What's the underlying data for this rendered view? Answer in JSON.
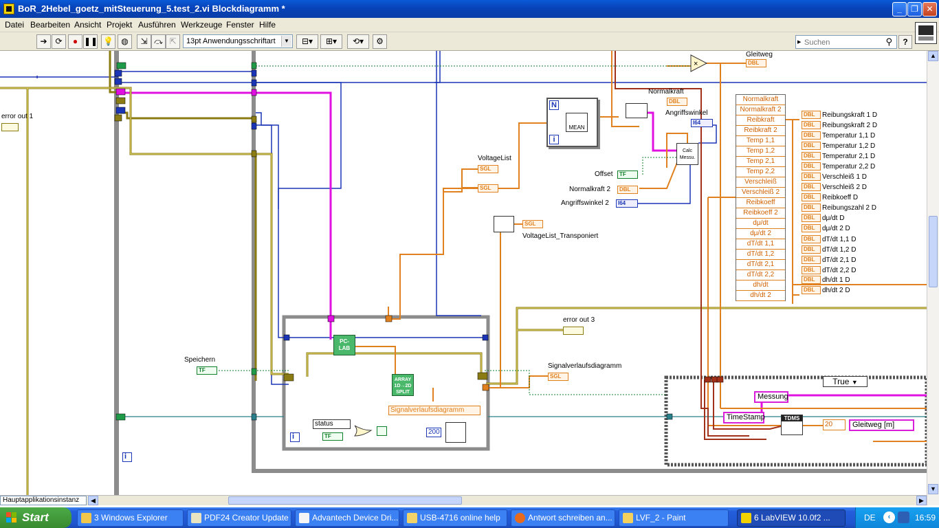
{
  "window": {
    "title": "BoR_2Hebel_goetz_mitSteuerung_5.test_2.vi Blockdiagramm *",
    "minimize": "_",
    "maximize": "❐",
    "close": "✕"
  },
  "menu": [
    "Datei",
    "Bearbeiten",
    "Ansicht",
    "Projekt",
    "Ausführen",
    "Werkzeuge",
    "Fenster",
    "Hilfe"
  ],
  "toolbar": {
    "font_select": "13pt Anwendungsschriftart",
    "search_placeholder": "Suchen",
    "help": "?"
  },
  "diagram": {
    "labels": {
      "gleitweg": "Gleitweg",
      "normalkraft": "Normalkraft",
      "angriffswinkel": "Angriffswinkel",
      "offset": "Offset",
      "normalkraft2": "Normalkraft 2",
      "angriffswinkel2": "Angriffswinkel 2",
      "voltagelist": "VoltageList",
      "voltagelist_t": "VoltageList_Transponiert",
      "error_out_1": "error out 1",
      "error_out_3": "error out 3",
      "speichern": "Speichern",
      "signalverlauf": "Signalverlaufsdiagramm",
      "signalverlauf_ref": "Signalverlaufsdiagramm",
      "status": "status",
      "mean": "MEAN",
      "calc": "Calc Messu.",
      "pc_lab": "PC-LAB",
      "array_split": "ARRAY 1D→2D SPLIT",
      "n_const": "N",
      "loop_i": "i",
      "wait_ms": "200",
      "case_value": "True",
      "messung": "Messung",
      "timestamp": "TimeStamp",
      "tdms": "TDMS",
      "num20": "20",
      "gleitweg_m": "Gleitweg [m]"
    },
    "types": {
      "dbl": "DBL",
      "sgl": "SGL",
      "i64": "I64",
      "tf": "TF"
    },
    "bundle_items": [
      "Normalkraft",
      "Normalkraft 2",
      "Reibkraft",
      "Reibkraft 2",
      "Temp 1,1",
      "Temp 1,2",
      "Temp 2,1",
      "Temp 2,2",
      "Verschleiß",
      "Verschleiß 2",
      "Reibkoeff",
      "Reibkoeff 2",
      "dμ/dt",
      "dμ/dt 2",
      "dT/dt 1,1",
      "dT/dt 1,2",
      "dT/dt 2,1",
      "dT/dt 2,2",
      "dh/dt",
      "dh/dt 2"
    ],
    "outputs": [
      "Reibungskraft 1 D",
      "Reibungskraft 2 D",
      "Temperatur 1,1 D",
      "Temperatur 1,2 D",
      "Temperatur 2,1 D",
      "Temperatur 2,2 D",
      "Verschleiß 1 D",
      "Verschleiß 2 D",
      "Reibkoeff D",
      "Reibungszahl 2 D",
      "dμ/dt D",
      "dμ/dt 2 D",
      "dT/dt 1,1 D",
      "dT/dt 1,2 D",
      "dT/dt 2,1 D",
      "dT/dt 2,2 D",
      "dh/dt 1 D",
      "dh/dt 2 D"
    ],
    "context": "Hauptapplikationsinstanz"
  },
  "taskbar": {
    "start": "Start",
    "tasks": [
      "3 Windows Explorer",
      "PDF24 Creator Update",
      "Advantech Device Dri...",
      "USB-4716 online help",
      "Antwort schreiben an...",
      "LVF_2 - Paint",
      "6 LabVIEW 10.0f2 ..."
    ],
    "lang": "DE",
    "time": "16:59"
  },
  "colors": {
    "wire_orange": "#e0801e",
    "wire_pink": "#e010e0",
    "wire_blue": "#1a35b5",
    "wire_green": "#0f7f2a",
    "wire_error": "#8a7b12",
    "wire_brown": "#a03018",
    "wire_teal": "#2a7f8a"
  }
}
